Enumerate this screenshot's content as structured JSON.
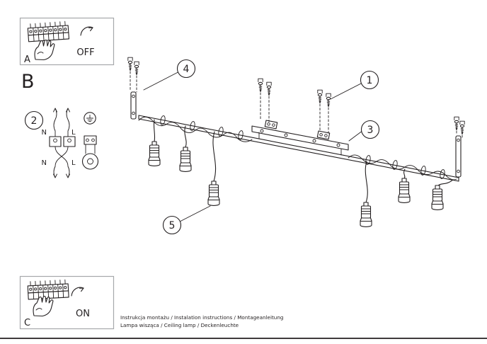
{
  "colors": {
    "ink": "#231f20",
    "panel_border": "#a6a8ab",
    "background": "#ffffff"
  },
  "panel_a": {
    "label": "A",
    "state_label": "OFF"
  },
  "section_b": {
    "label": "B"
  },
  "wiring_diagram": {
    "callout_number": "2",
    "terminal_labels": {
      "top_left": "N",
      "top_right": "L",
      "bottom_left": "N",
      "bottom_right": "L"
    }
  },
  "panel_c": {
    "label": "C",
    "state_label": "ON"
  },
  "callouts": {
    "ceiling_hooks": "1",
    "mounting_plate": "3",
    "end_bracket": "4",
    "pendant_cable": "5"
  },
  "footer": {
    "line1": "Instrukcja montażu / Instalation instructions / Montageanleitung",
    "line2": "Lampa wisząca / Ceiling lamp / Deckenleuchte"
  }
}
